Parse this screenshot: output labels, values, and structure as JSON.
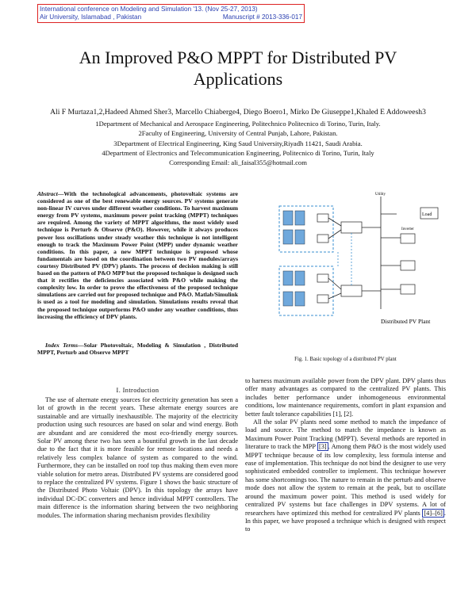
{
  "conference": {
    "line1": "International conference on Modeling and Simulation '13. (Nov 25-27, 2013)",
    "line2_left": "Air University, Islamabad , Pakistan",
    "line2_right": "Manuscript # 2013-336-017"
  },
  "title": {
    "line1": "An Improved P&O MPPT for Distributed PV",
    "line2": "Applications"
  },
  "authors": "Ali F Murtaza1,2,Hadeed Ahmed Sher3, Marcello Chiaberge4, Diego Boero1, Mirko De Giuseppe1,Khaled E Addoweesh3",
  "affiliations": [
    "1Department of Mechanical and Aerospace Engineering, Politechnico Politecnico di Torino, Turin, Italy.",
    "2Faculty of Engineering, University of Central Punjab, Lahore, Pakistan.",
    "3Department of Electrical Engineering, King Saud University,Riyadh 11421, Saudi Arabia.",
    "4Department of Electronics and Telecommunication Engineering, Politecnico di Torino, Turin, Italy",
    "Corresponding Email: ali_faisal355@hotmail.com"
  ],
  "abstract": {
    "label": "Abstract",
    "text": "—With the technological advancements, photovoltaic systems are considered as one of the best renewable energy sources. PV systems generate non-linear IV curves under different weather conditions. To harvest maximum energy from PV systems, maximum power point tracking (MPPT) techniques are required. Among the variety of MPPT algorithms, the most widely used technique is Perturb & Observe (P&O). However, while it always produces power loss oscillations under steady weather this technique is not intelligent enough to track the Maximum Power Point (MPP) under dynamic weather conditions. In this paper, a new MPPT technique is proposed whose fundamentals are based on the coordination between two PV modules/arrays courtesy Distributed PV (DPV) plants. The process of decision making is still based on the pattern of P&O MPP but the proposed technique is designed such that it rectifies the deficiencies associated with P&O while making the complexity low. In order to prove the effectiveness of the proposed technique simulations are carried out for proposed technique and P&O. Matlab/Simulink is used as a tool for modeling and simulation. Simulations results reveal that the proposed technique outperforms P&O under any weather conditions, thus increasing the efficiency of DPV plants."
  },
  "index_terms": {
    "label": "Index Terms",
    "text": "—Solar Photovoltaic, Modeling & Simulation , Distributed MPPT, Perturb and Observe MPPT"
  },
  "section": "I. Introduction",
  "intro": "The use of alternate energy sources for electricity generation has seen a lot of growth in the recent years. These alternate energy sources are sustainable and are virtually inexhaustible. The majority of the electricity production using such resources are based on solar and wind energy. Both are abundant and are considered the most eco-friendly energy sources. Solar PV among these two has seen a bountiful growth in the last decade due to the fact that it is more feasible for remote locations and needs a relatively less complex balance of system as compared to the wind. Furthermore, they can be installed on roof top thus making them even more viable solution for metro areas. Distributed PV systems are considered good to replace the centralized PV systems. Figure 1 shows the basic structure of the Distributed Photo Voltaic (DPV). In this topology the arrays have individual DC-DC converters and hence individual MPPT controllers. The main difference is the information sharing between the two neighboring modules. The information sharing mechanism provides flexibility",
  "figure": {
    "caption": "Fig. 1.   Basic topology of a distributed PV plant",
    "label_plant": "Distributed PV Plant",
    "label_grid": "Utility",
    "label_load": "Load",
    "label_inv": "Inverter"
  },
  "right_text": {
    "p1": "to harness maximum available power from the DPV plant. DPV plants thus offer many advantages as compared to the centralized PV plants. This includes better performance under inhomogeneous environmental conditions, low maintenance requirements, comfort in plant expansion and better fault tolerance capabilities [1], [2].",
    "p2a": "All the solar PV plants need some method to match the impedance of load and source. The method to match the impedance is known as Maximum Power Point Tracking (MPPT). Several methods are reported in literature to track the MPP ",
    "ref3": "[3]",
    "p2b": ". Among them P&O is the most widely used MPPT technique because of its low complexity, less formula intense and ease of implementation. This technique do not bind the designer to use very sophisticated embedded controller to implement. This technique however has some shortcomings too. The nature to remain in the perturb and observe mode does not allow the system to remain at the peak, but to oscillate around the maximum power point. This method is used widely for centralized PV systems but face challenges in DPV systems. A lot of researchers have optimized this method for centralized PV plants ",
    "ref46": "[4]–[6]",
    "p2c": ". In this paper, we have proposed a technique which is designed with respect to"
  }
}
